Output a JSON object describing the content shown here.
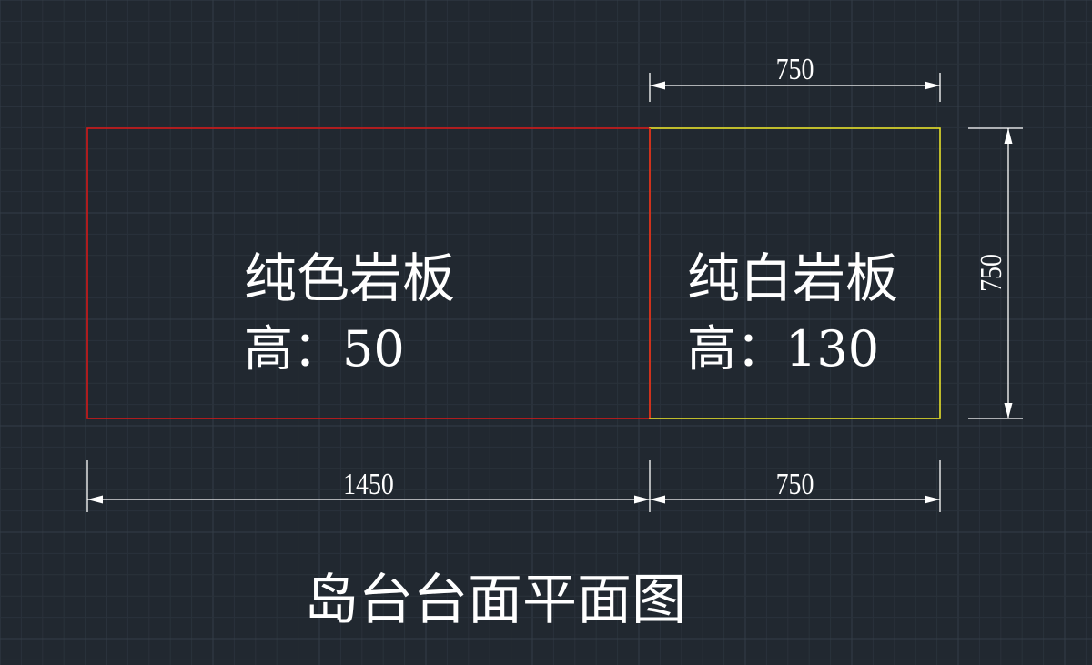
{
  "colors": {
    "background": "#212830",
    "grid_minor": "#2a323b",
    "grid_major": "#343d47",
    "red_outline": "#d11a1a",
    "yellow_outline": "#e6e02a",
    "dimension": "#ffffff",
    "text": "#ffffff"
  },
  "left_panel": {
    "name": "纯色岩板",
    "height_label": "高：50"
  },
  "right_panel": {
    "name": "纯白岩板",
    "height_label": "高：130"
  },
  "dimensions": {
    "top_width": "750",
    "right_height": "750",
    "bottom_left_width": "1450",
    "bottom_right_width": "750"
  },
  "drawing_title": "岛台台面平面图"
}
